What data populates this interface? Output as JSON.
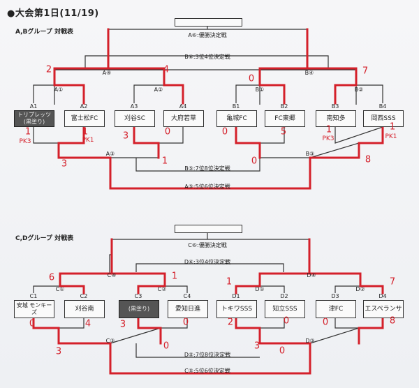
{
  "title": "●大会第1日(11/19)",
  "groups": [
    {
      "heading": "A,Bグループ 対戦表",
      "final_label": "A⑥:優勝決定戦",
      "third_label": "B⑥:3位4位決定戦",
      "seventh_label": "B⑤:7位8位決定戦",
      "fifth_label": "A⑤:5位6位決定戦",
      "semi_left": "A④",
      "semi_right": "B④",
      "q1": "A①",
      "q2": "A②",
      "q3": "B①",
      "q4": "B②",
      "c1": "A③",
      "c2": "B③",
      "teams": [
        {
          "code": "A1",
          "name": "トリプレッツ(黒塗り)"
        },
        {
          "code": "A2",
          "name": "富士松FC"
        },
        {
          "code": "A3",
          "name": "刈谷SC"
        },
        {
          "code": "A4",
          "name": "大府若草"
        },
        {
          "code": "B1",
          "name": "亀城FC"
        },
        {
          "code": "B2",
          "name": "FC東郷"
        },
        {
          "code": "B3",
          "name": "南知多"
        },
        {
          "code": "B4",
          "name": "岡西SSS"
        }
      ],
      "scores": {
        "semi_left_left": "2",
        "semi_left_right": "4",
        "semi_right_left": "0",
        "semi_right_right": "7",
        "q1_left": "1",
        "q1_right": "1",
        "q1_left_pk": "PK3",
        "q1_right_pk": "PK1",
        "q2_left": "3",
        "q2_right": "0",
        "q3_left": "0",
        "q3_right": "5",
        "q4_left": "1",
        "q4_right": "1",
        "q4_left_pk": "PK3",
        "q4_right_pk": "PK1",
        "c1_left": "3",
        "c1_right": "1",
        "c2_left": "0",
        "c2_right": "8"
      }
    },
    {
      "heading": "C,Dグループ 対戦表",
      "final_label": "C⑥:優勝決定戦",
      "third_label": "D⑥:3位4位決定戦",
      "seventh_label": "D⑤:7位8位決定戦",
      "fifth_label": "C⑤:5位6位決定戦",
      "semi_left": "C④",
      "semi_right": "D④",
      "q1": "C①",
      "q2": "C②",
      "q3": "D①",
      "q4": "D②",
      "c1": "C③",
      "c2": "D③",
      "teams": [
        {
          "code": "C1",
          "name": "安城 モンキーズ"
        },
        {
          "code": "C2",
          "name": "刈谷南"
        },
        {
          "code": "C3",
          "name": "(黒塗り)"
        },
        {
          "code": "C4",
          "name": "愛知日進"
        },
        {
          "code": "D1",
          "name": "トキワSSS"
        },
        {
          "code": "D2",
          "name": "知立SSS"
        },
        {
          "code": "D3",
          "name": "津FC"
        },
        {
          "code": "D4",
          "name": "エスペランサ"
        }
      ],
      "scores": {
        "semi_left_left": "6",
        "semi_left_right": "1",
        "semi_right_left": "1",
        "semi_right_right": "7",
        "q1_left": "0",
        "q1_right": "4",
        "q2_left": "3",
        "q2_right": "0",
        "q3_left": "2",
        "q3_right": "0",
        "q4_left": "0",
        "q4_right": "8",
        "c1_left": "3",
        "c1_right": "0",
        "c2_left": "3",
        "c2_right": "0"
      }
    }
  ],
  "colors": {
    "ink": "#222222",
    "red_pen": "#d4202a",
    "dark_box": "#555555"
  }
}
